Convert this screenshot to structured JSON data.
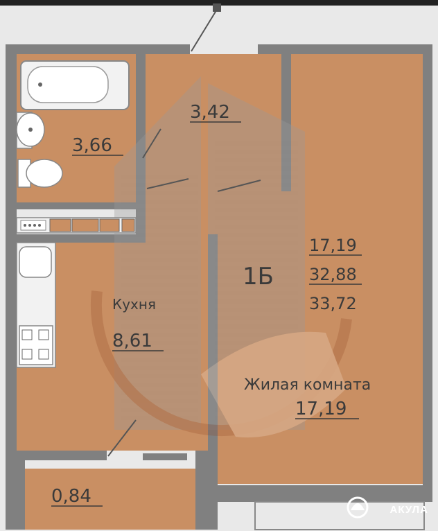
{
  "colors": {
    "floor": "#c98f63",
    "wall": "#808080",
    "fixture": "#f2f2f2",
    "background": "#e9e9e9",
    "label": "#3a3a3a"
  },
  "rooms": {
    "bathroom": {
      "area": "3,66"
    },
    "hall": {
      "area": "3,42"
    },
    "kitchen": {
      "name": "Кухня",
      "area": "8,61"
    },
    "living": {
      "name": "Жилая комната",
      "area": "17,19"
    },
    "balcony": {
      "area": "0,84"
    }
  },
  "apartment": {
    "type": "1Б",
    "living_area": "17,19",
    "total_area": "32,88",
    "total_area_with_balcony": "33,72"
  },
  "watermark": {
    "text": "АКУЛА",
    "icon": "shark-logo-icon"
  }
}
